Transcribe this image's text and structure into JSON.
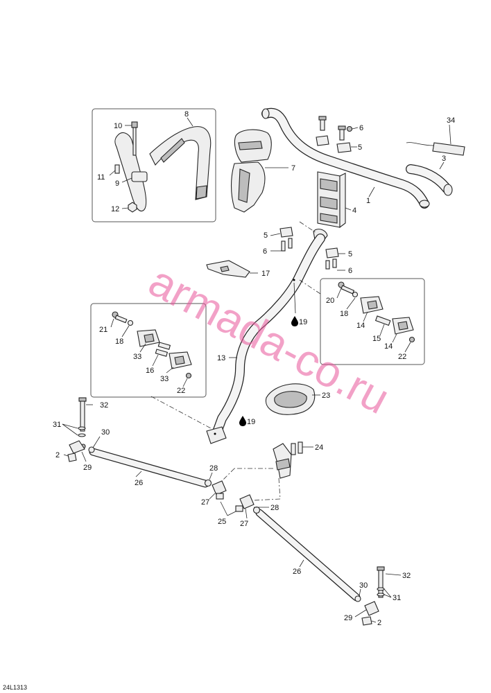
{
  "watermark": "armada-co.ru",
  "drawing_code": "24L1313",
  "callouts": [
    {
      "id": "c-8",
      "text": "8"
    },
    {
      "id": "c-10",
      "text": "10"
    },
    {
      "id": "c-11",
      "text": "11"
    },
    {
      "id": "c-9",
      "text": "9"
    },
    {
      "id": "c-12",
      "text": "12"
    },
    {
      "id": "c-7",
      "text": "7"
    },
    {
      "id": "c-6a",
      "text": "6"
    },
    {
      "id": "c-5a",
      "text": "5"
    },
    {
      "id": "c-4",
      "text": "4"
    },
    {
      "id": "c-1",
      "text": "1"
    },
    {
      "id": "c-34",
      "text": "34"
    },
    {
      "id": "c-3",
      "text": "3"
    },
    {
      "id": "c-5b",
      "text": "5"
    },
    {
      "id": "c-6b",
      "text": "6"
    },
    {
      "id": "c-5c",
      "text": "5"
    },
    {
      "id": "c-6c",
      "text": "6"
    },
    {
      "id": "c-17",
      "text": "17"
    },
    {
      "id": "c-19a",
      "text": "19"
    },
    {
      "id": "c-20",
      "text": "20"
    },
    {
      "id": "c-18a",
      "text": "18"
    },
    {
      "id": "c-14a",
      "text": "14"
    },
    {
      "id": "c-15",
      "text": "15"
    },
    {
      "id": "c-14b",
      "text": "14"
    },
    {
      "id": "c-22a",
      "text": "22"
    },
    {
      "id": "c-21",
      "text": "21"
    },
    {
      "id": "c-18b",
      "text": "18"
    },
    {
      "id": "c-33a",
      "text": "33"
    },
    {
      "id": "c-16",
      "text": "16"
    },
    {
      "id": "c-33b",
      "text": "33"
    },
    {
      "id": "c-22b",
      "text": "22"
    },
    {
      "id": "c-13",
      "text": "13"
    },
    {
      "id": "c-23",
      "text": "23"
    },
    {
      "id": "c-19b",
      "text": "19"
    },
    {
      "id": "c-32a",
      "text": "32"
    },
    {
      "id": "c-31a",
      "text": "31"
    },
    {
      "id": "c-30a",
      "text": "30"
    },
    {
      "id": "c-2a",
      "text": "2"
    },
    {
      "id": "c-29a",
      "text": "29"
    },
    {
      "id": "c-24",
      "text": "24"
    },
    {
      "id": "c-26a",
      "text": "26"
    },
    {
      "id": "c-28a",
      "text": "28"
    },
    {
      "id": "c-27a",
      "text": "27"
    },
    {
      "id": "c-25",
      "text": "25"
    },
    {
      "id": "c-27b",
      "text": "27"
    },
    {
      "id": "c-28b",
      "text": "28"
    },
    {
      "id": "c-26b",
      "text": "26"
    },
    {
      "id": "c-32b",
      "text": "32"
    },
    {
      "id": "c-30b",
      "text": "30"
    },
    {
      "id": "c-31b",
      "text": "31"
    },
    {
      "id": "c-29b",
      "text": "29"
    },
    {
      "id": "c-2b",
      "text": "2"
    }
  ]
}
